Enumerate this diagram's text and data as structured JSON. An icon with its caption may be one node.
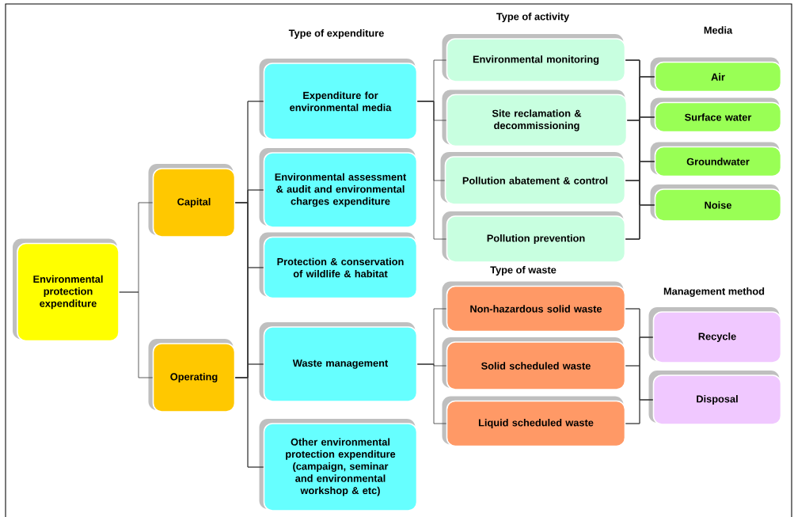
{
  "diagram": {
    "nodes": [
      {
        "text": [
          "Environmental protection expenditure"
        ]
      },
      {
        "text": [
          "Capital"
        ]
      },
      {
        "text": [
          "Operating"
        ]
      },
      {
        "text": [
          "Expenditure for environmental media"
        ]
      },
      {
        "text": [
          "Environmental assessment & audit and environmental charges expenditure"
        ]
      },
      {
        "text": [
          "Protection & conservation of wildlife & habitat"
        ]
      },
      {
        "text": [
          "Waste management"
        ]
      },
      {
        "text": [
          "Other environmental protection expenditure (campaign, seminar and environmental workshop & etc)"
        ]
      },
      {
        "text": [
          "Environmental monitoring"
        ]
      },
      {
        "text": [
          "Site reclamation & decommissioning"
        ]
      },
      {
        "text": [
          "Pollution abatement & control"
        ]
      },
      {
        "text": [
          "Pollution prevention"
        ]
      },
      {
        "text": [
          "Air"
        ]
      },
      {
        "text": [
          "Surface water"
        ]
      },
      {
        "text": [
          "Groundwater"
        ]
      },
      {
        "text": [
          "Noise"
        ]
      },
      {
        "text": [
          "Non-hazardous solid waste"
        ]
      },
      {
        "text": [
          "Solid scheduled waste"
        ]
      },
      {
        "text": [
          "Liquid scheduled waste"
        ]
      },
      {
        "text": [
          "Recycle"
        ]
      },
      {
        "text": [
          "Disposal"
        ]
      }
    ],
    "edges": [
      {
        "from": 0,
        "to": 1,
        "arrow": "none"
      },
      {
        "from": 0,
        "to": 2,
        "arrow": "none"
      },
      {
        "from": 1,
        "to": 3,
        "arrow": "none"
      },
      {
        "from": 1,
        "to": 4,
        "arrow": "none"
      },
      {
        "from": 1,
        "to": 5,
        "arrow": "none"
      },
      {
        "from": 1,
        "to": 6,
        "arrow": "none"
      },
      {
        "from": 1,
        "to": 7,
        "arrow": "none"
      },
      {
        "from": 2,
        "to": 3,
        "arrow": "none"
      },
      {
        "from": 2,
        "to": 4,
        "arrow": "none"
      },
      {
        "from": 2,
        "to": 5,
        "arrow": "none"
      },
      {
        "from": 2,
        "to": 6,
        "arrow": "none"
      },
      {
        "from": 2,
        "to": 7,
        "arrow": "none"
      },
      {
        "from": 3,
        "to": 8,
        "arrow": "none"
      },
      {
        "from": 3,
        "to": 9,
        "arrow": "none"
      },
      {
        "from": 3,
        "to": 10,
        "arrow": "none"
      },
      {
        "from": 3,
        "to": 11,
        "arrow": "none"
      },
      {
        "from": 8,
        "to": 12,
        "arrow": "none"
      },
      {
        "from": 8,
        "to": 13,
        "arrow": "none"
      },
      {
        "from": 8,
        "to": 14,
        "arrow": "none"
      },
      {
        "from": 8,
        "to": 15,
        "arrow": "none"
      },
      {
        "from": 9,
        "to": 12,
        "arrow": "none"
      },
      {
        "from": 9,
        "to": 13,
        "arrow": "none"
      },
      {
        "from": 9,
        "to": 14,
        "arrow": "none"
      },
      {
        "from": 9,
        "to": 15,
        "arrow": "none"
      },
      {
        "from": 10,
        "to": 12,
        "arrow": "none"
      },
      {
        "from": 10,
        "to": 13,
        "arrow": "none"
      },
      {
        "from": 10,
        "to": 14,
        "arrow": "none"
      },
      {
        "from": 10,
        "to": 15,
        "arrow": "none"
      },
      {
        "from": 11,
        "to": 12,
        "arrow": "none"
      },
      {
        "from": 11,
        "to": 13,
        "arrow": "none"
      },
      {
        "from": 11,
        "to": 14,
        "arrow": "none"
      },
      {
        "from": 11,
        "to": 15,
        "arrow": "none"
      },
      {
        "from": 6,
        "to": 16,
        "arrow": "none"
      },
      {
        "from": 6,
        "to": 17,
        "arrow": "none"
      },
      {
        "from": 6,
        "to": 18,
        "arrow": "none"
      },
      {
        "from": 16,
        "to": 19,
        "arrow": "none"
      },
      {
        "from": 16,
        "to": 20,
        "arrow": "none"
      },
      {
        "from": 17,
        "to": 19,
        "arrow": "none"
      },
      {
        "from": 17,
        "to": 20,
        "arrow": "none"
      },
      {
        "from": 18,
        "to": 19,
        "arrow": "none"
      },
      {
        "from": 18,
        "to": 20,
        "arrow": "none"
      }
    ],
    "labels": [
      "Type of activity",
      "Type of expenditure",
      "Media",
      "Type of waste",
      "Management method"
    ]
  }
}
